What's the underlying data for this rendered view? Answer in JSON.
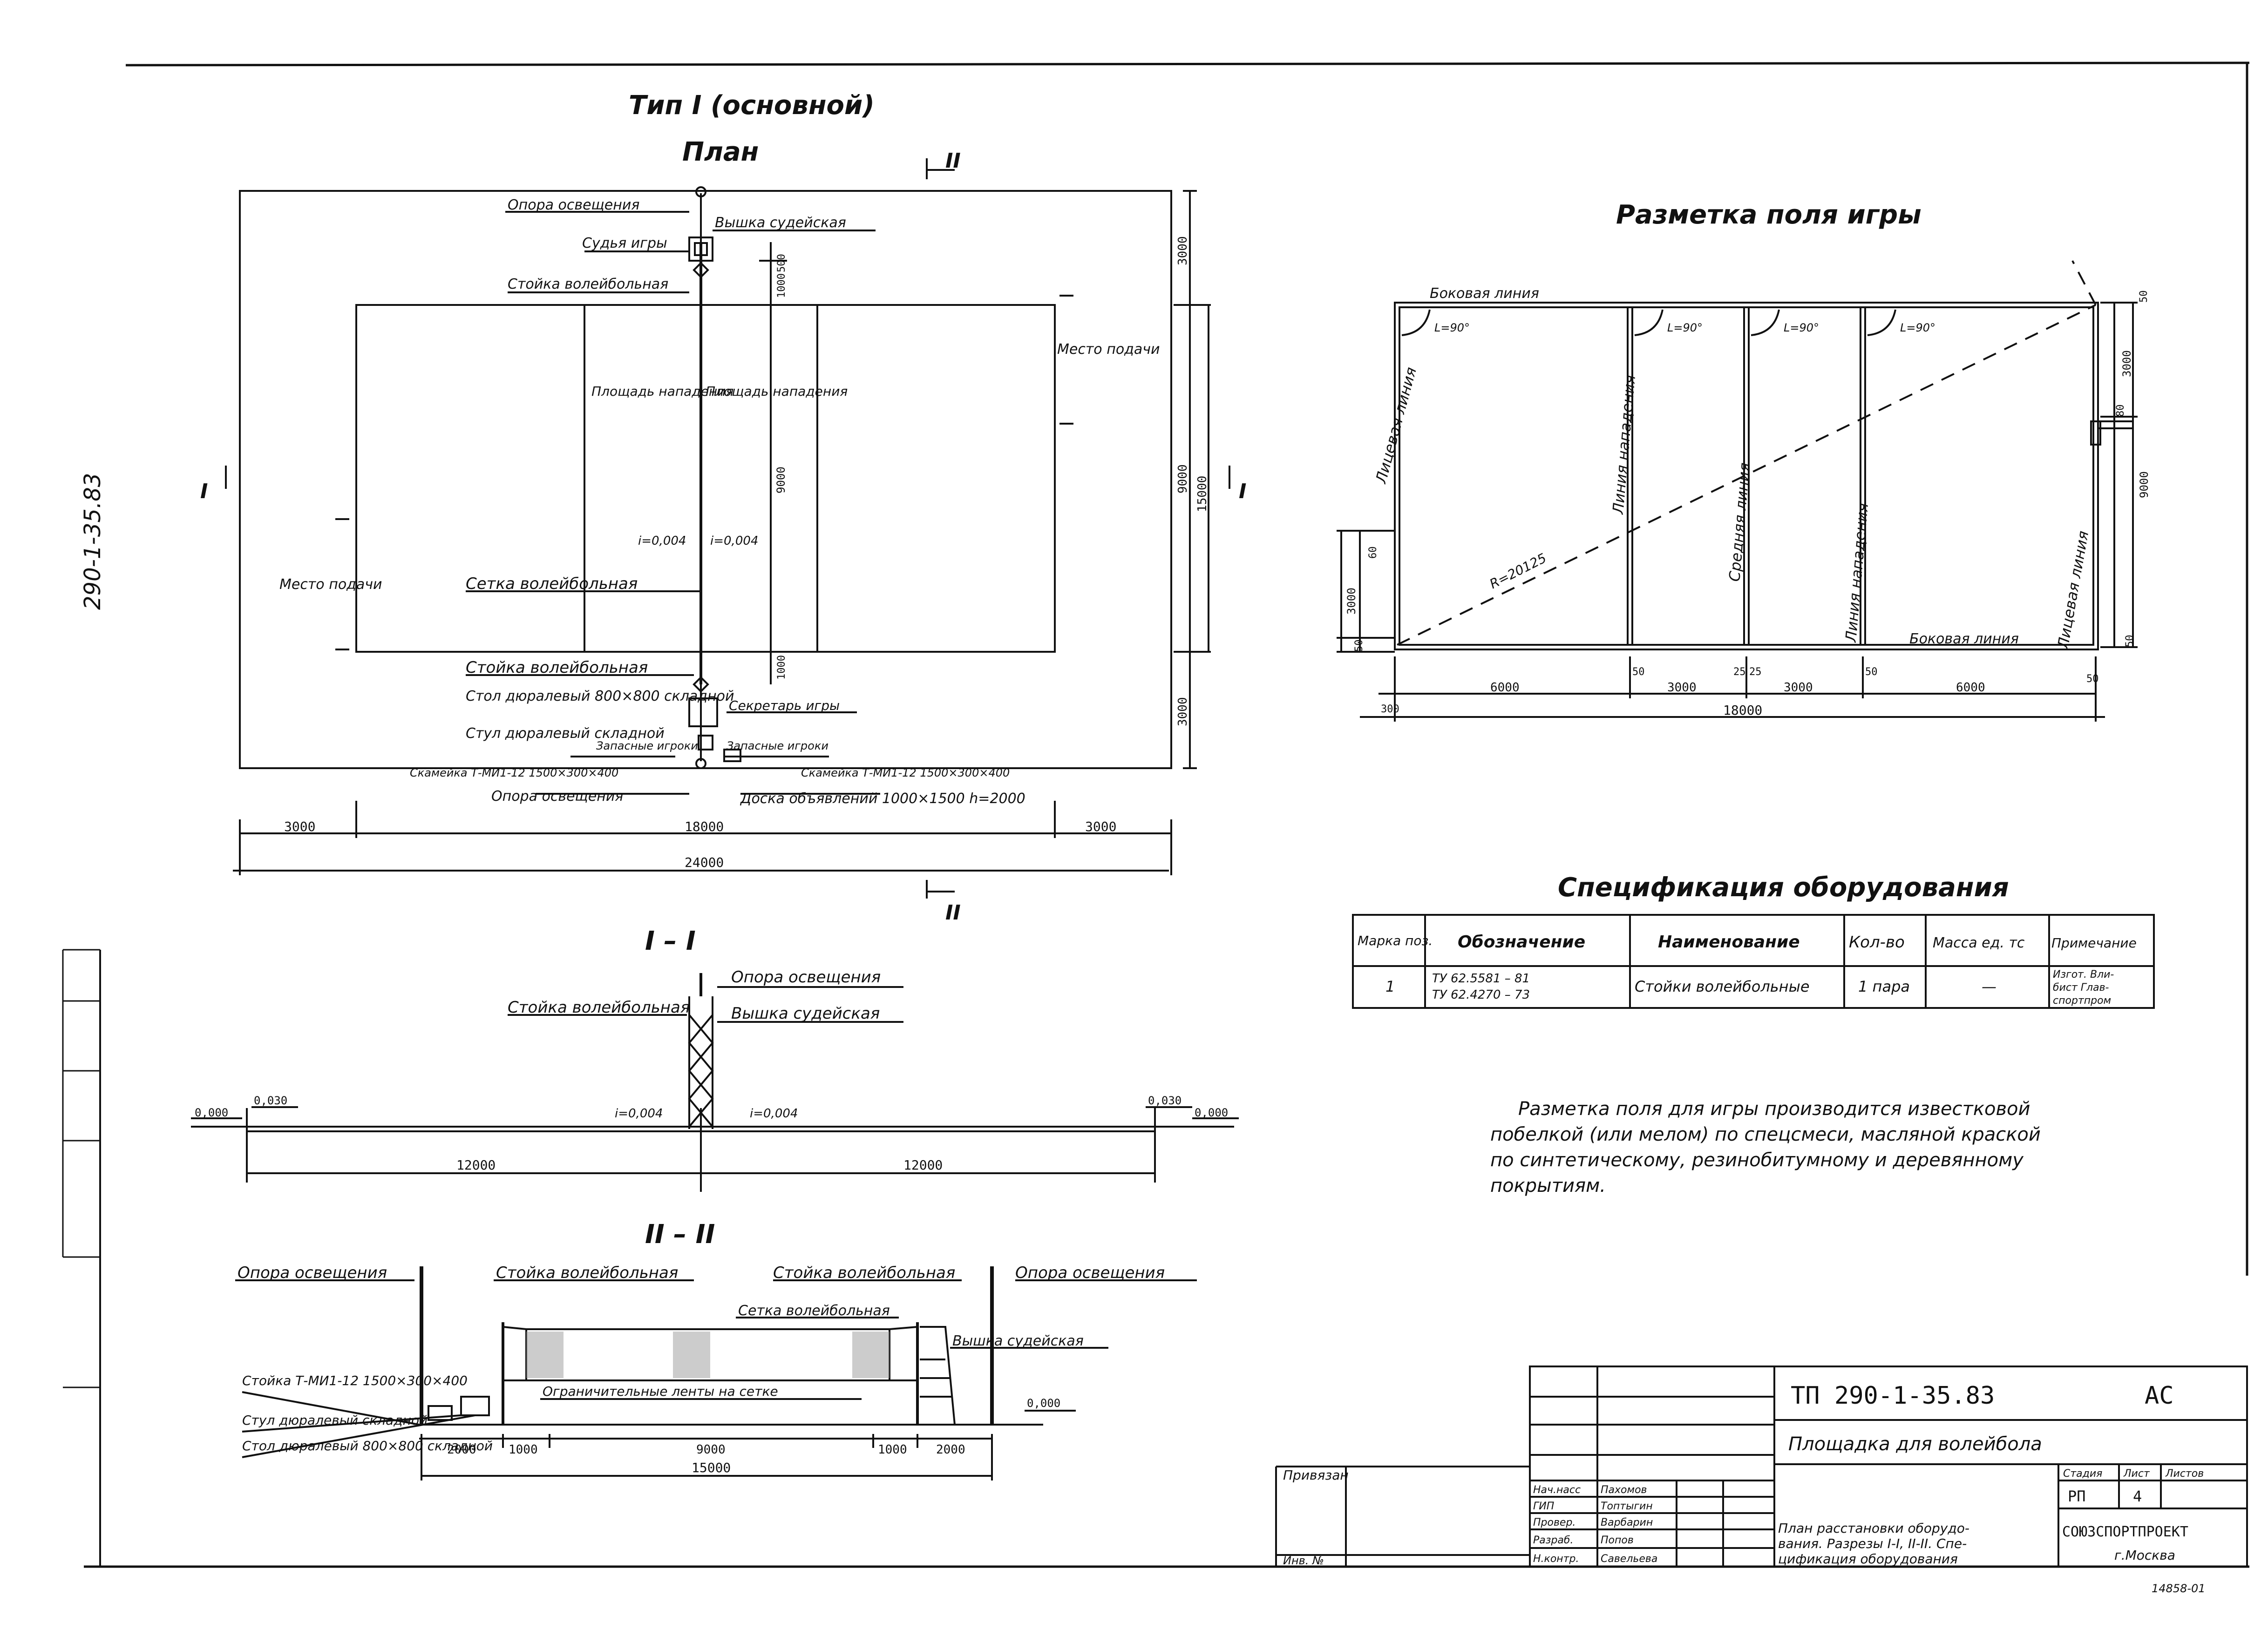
{
  "margin_code": "290-1-35.83",
  "plan": {
    "type_title": "Тип I (основной)",
    "title": "План",
    "labels": {
      "light_pole_top": "Опора освещения",
      "judge_tower": "Вышка судейская",
      "judge": "Судья игры",
      "post_top": "Стойка волейбольная",
      "serve_right": "Место подачи",
      "attack_left": "Площадь нападения",
      "attack_right": "Площадь нападения",
      "slope_left": "i=0,004",
      "slope_right": "i=0,004",
      "serve_left": "Место подачи",
      "net": "Сетка волейбольная",
      "post_bottom": "Стойка волейбольная",
      "table": "Стол дюралевый 800×800 складной",
      "secretary": "Секретарь игры",
      "chair": "Стул дюралевый складной",
      "reserve_left": "Запасные игроки",
      "reserve_right": "Запасные игроки",
      "bench_left": "Скамейка Т-МИ1-12 1500×300×400",
      "bench_right": "Скамейка Т-МИ1-12 1500×300×400",
      "light_pole_bottom": "Опора освещения",
      "board": "Доска объявлений 1000×1500 h=2000"
    },
    "dims": {
      "d500": "500",
      "d1000a": "1000",
      "d9000v": "9000",
      "d1000b": "1000",
      "r3000a": "3000",
      "r9000": "9000",
      "r3000b": "3000",
      "r15000": "15000",
      "b3000a": "3000",
      "b18000": "18000",
      "b3000b": "3000",
      "b24000": "24000"
    },
    "section_marks": {
      "s1": "I",
      "s2": "II"
    }
  },
  "section1": {
    "title": "I – I",
    "labels": {
      "light_pole": "Опора освещения",
      "post": "Стойка волейбольная",
      "tower": "Вышка судейская",
      "slope_left": "i=0,004",
      "slope_right": "i=0,004"
    },
    "levels": {
      "l1": "0,000",
      "l2": "0,030",
      "l3": "0,030",
      "l4": "0,000"
    },
    "dims": {
      "d1": "12000",
      "d2": "12000"
    }
  },
  "section2": {
    "title": "II – II",
    "labels": {
      "light_pole_left": "Опора освещения",
      "post_left": "Стойка волейбольная",
      "post_right": "Стойка волейбольная",
      "light_pole_right": "Опора освещения",
      "net": "Сетка волейбольная",
      "tower": "Вышка судейская",
      "bench": "Стойка Т-МИ1-12 1500×300×400",
      "chair": "Стул дюралевый складной",
      "table": "Стол дюралевый 800×800 складной",
      "tapes": "Ограничительные ленты на сетке"
    },
    "level": "0,000",
    "dims": {
      "a": "2000",
      "b": "1000",
      "c": "9000",
      "d": "1000",
      "e": "2000",
      "total": "15000"
    }
  },
  "marking": {
    "title": "Разметка поля игры",
    "labels": {
      "side_top": "Боковая линия",
      "side_bottom": "Боковая линия",
      "front_left": "Лицевая линия",
      "front_right": "Лицевая линия",
      "attack_left": "Линия нападения",
      "center": "Средняя линия",
      "attack_right": "Линия нападения",
      "radius": "R=20125",
      "a1": "L=90°",
      "a2": "L=90°",
      "a3": "L=90°",
      "a4": "L=90°"
    },
    "dims": {
      "h1": "6000",
      "h2": "3000",
      "h3": "3000",
      "h4": "6000",
      "total": "18000",
      "w50a": "50",
      "w50b": "50",
      "w50c": "50",
      "w25": "25",
      "w25b": "25",
      "w300": "300",
      "v3000a": "3000",
      "v9000": "9000",
      "v3000b": "3000",
      "v50a": "50",
      "v50b": "50",
      "v50c": "50",
      "v60": "60",
      "v80": "80"
    }
  },
  "spec": {
    "title": "Спецификация оборудования",
    "headers": [
      "Марка поз.",
      "Обозначение",
      "Наименование",
      "Кол-во",
      "Масса ед. тс",
      "Примечание"
    ],
    "row": {
      "mark": "1",
      "designation1": "ТУ 62.5581 – 81",
      "designation2": "ТУ 62.4270 – 73",
      "name": "Стойки волейбольные",
      "qty": "1 пара",
      "mass": "—",
      "note1": "Изгот. Вли-",
      "note2": "бист Глав-",
      "note3": "спортпром"
    }
  },
  "note": {
    "line1": "Разметка поля для игры производится известковой",
    "line2": "побелкой (или мелом) по спецсмеси, масляной краской",
    "line3": "по синтетическому, резинобитумному и деревянному",
    "line4": "покрытиям."
  },
  "stamp": {
    "code": "ТП 290-1-35.83",
    "section": "АС",
    "object": "Площадка для волейбола",
    "linked": "Привязан",
    "inv": "Инв. №",
    "roles": [
      "Нач.насс",
      "ГИП",
      "Провер.",
      "Разраб.",
      "Н.контр."
    ],
    "names": [
      "Пахомов",
      "Топтыгин",
      "Варбарин",
      "Попов",
      "Савельева"
    ],
    "sheet_desc1": "План расстановки оборудо-",
    "sheet_desc2": "вания. Разрезы I-I, II-II. Спе-",
    "sheet_desc3": "цификация оборудования",
    "stage_h": "Стадия",
    "sheet_h": "Лист",
    "sheets_h": "Листов",
    "stage": "РП",
    "sheet": "4",
    "org": "СОЮЗСПОРТПРОЕКТ",
    "city": "г.Москва",
    "footer": "14858-01"
  }
}
